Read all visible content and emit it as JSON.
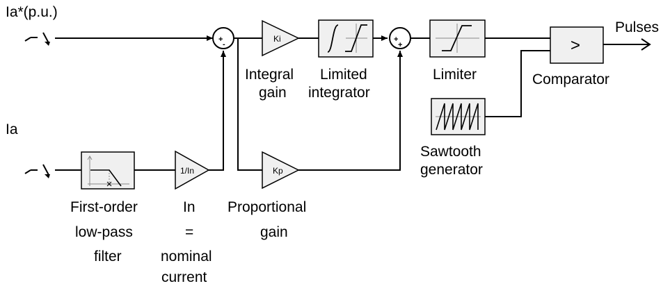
{
  "inputs": {
    "reference": "Ia*(p.u.)",
    "measured": "Ia"
  },
  "output": "Pulses",
  "blocks": {
    "integral_gain": {
      "symbol": "Ki",
      "label": [
        "Integral",
        "gain"
      ]
    },
    "limited_integrator": {
      "label": [
        "Limited",
        "integrator"
      ]
    },
    "limiter": {
      "label": [
        "Limiter"
      ]
    },
    "comparator": {
      "symbol": ">",
      "label": [
        "Comparator"
      ]
    },
    "sawtooth": {
      "label": [
        "Sawtooth",
        "generator"
      ]
    },
    "filter": {
      "label": [
        "First-order",
        "low-pass",
        "filter"
      ]
    },
    "normalize_gain": {
      "symbol": "1/In",
      "label": [
        "In",
        "=",
        "nominal",
        "current"
      ]
    },
    "proportional_gain": {
      "symbol": "Kp",
      "label": [
        "Proportional",
        "gain"
      ]
    }
  },
  "sum1_signs": {
    "plus": "+",
    "minus": "-"
  },
  "sum2_signs": {
    "plus1": "+",
    "plus2": "+"
  },
  "colors": {
    "line": "#000000",
    "block_fill": "#f0f0f0",
    "plot_guide": "#888888"
  }
}
